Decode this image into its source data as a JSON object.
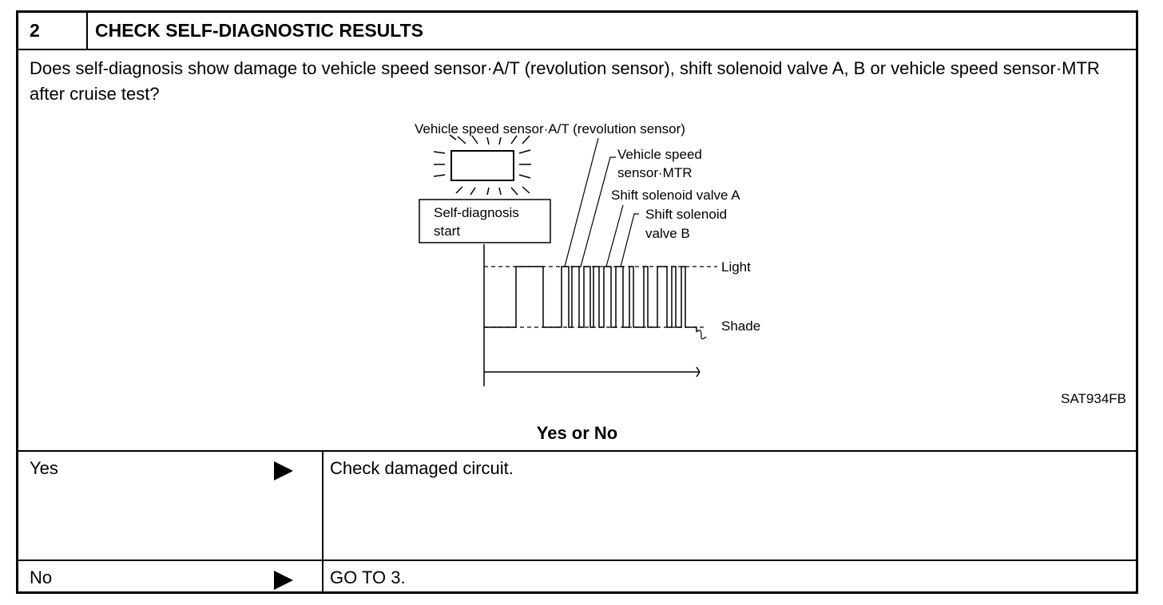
{
  "header": {
    "step_number": "2",
    "title": "CHECK SELF-DIAGNOSTIC RESULTS"
  },
  "question": "Does self-diagnosis show damage to vehicle speed sensor·A/T (revolution sensor), shift solenoid valve A, B or vehicle speed sensor·MTR after cruise test?",
  "diagram": {
    "labels": {
      "vss_at": "Vehicle speed sensor·A/T (revolution sensor)",
      "vss_mtr_1": "Vehicle speed",
      "vss_mtr_2": "sensor·MTR",
      "solenoid_a": "Shift solenoid valve A",
      "solenoid_b_1": "Shift solenoid",
      "solenoid_b_2": "valve B",
      "start_1": "Self-diagnosis",
      "start_2": "start",
      "light": "Light",
      "shade": "Shade"
    },
    "reference": "SAT934FB"
  },
  "decision_prompt": "Yes or No",
  "outcomes": [
    {
      "answer": "Yes",
      "action": "Check damaged circuit."
    },
    {
      "answer": "No",
      "action": "GO TO 3."
    }
  ]
}
